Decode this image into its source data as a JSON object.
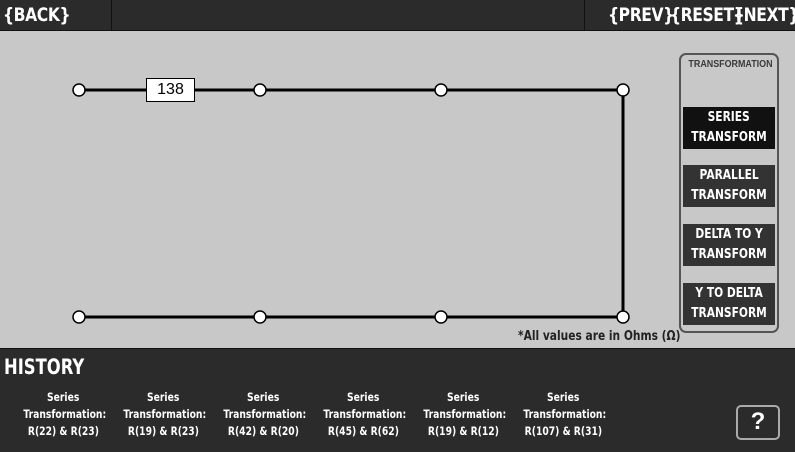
{
  "topbar": {
    "back_label": "{BACK}",
    "prev_label": "{PREV}",
    "reset_label": "{RESET}",
    "next_label": "{NEXT}"
  },
  "circuit": {
    "resistor_value": "138",
    "units_note": "*All values are in Ohms (Ω)"
  },
  "transformations": {
    "title": "TRANSFORMATION",
    "buttons": [
      {
        "line1": "SERIES",
        "line2": "TRANSFORM",
        "active": true
      },
      {
        "line1": "PARALLEL",
        "line2": "TRANSFORM",
        "active": false
      },
      {
        "line1": "DELTA TO Y",
        "line2": "TRANSFORM",
        "active": false
      },
      {
        "line1": "Y TO DELTA",
        "line2": "TRANSFORM",
        "active": false
      }
    ]
  },
  "history": {
    "title": "HISTORY",
    "items": [
      {
        "line1": "Series",
        "line2": "Transformation:",
        "line3": "R(22) & R(23)"
      },
      {
        "line1": "Series",
        "line2": "Transformation:",
        "line3": "R(19) & R(23)"
      },
      {
        "line1": "Series",
        "line2": "Transformation:",
        "line3": "R(42) & R(20)"
      },
      {
        "line1": "Series",
        "line2": "Transformation:",
        "line3": "R(45) & R(62)"
      },
      {
        "line1": "Series",
        "line2": "Transformation:",
        "line3": "R(19) & R(12)"
      },
      {
        "line1": "Series",
        "line2": "Transformation:",
        "line3": "R(107) & R(31)"
      }
    ],
    "help_label": "?"
  }
}
